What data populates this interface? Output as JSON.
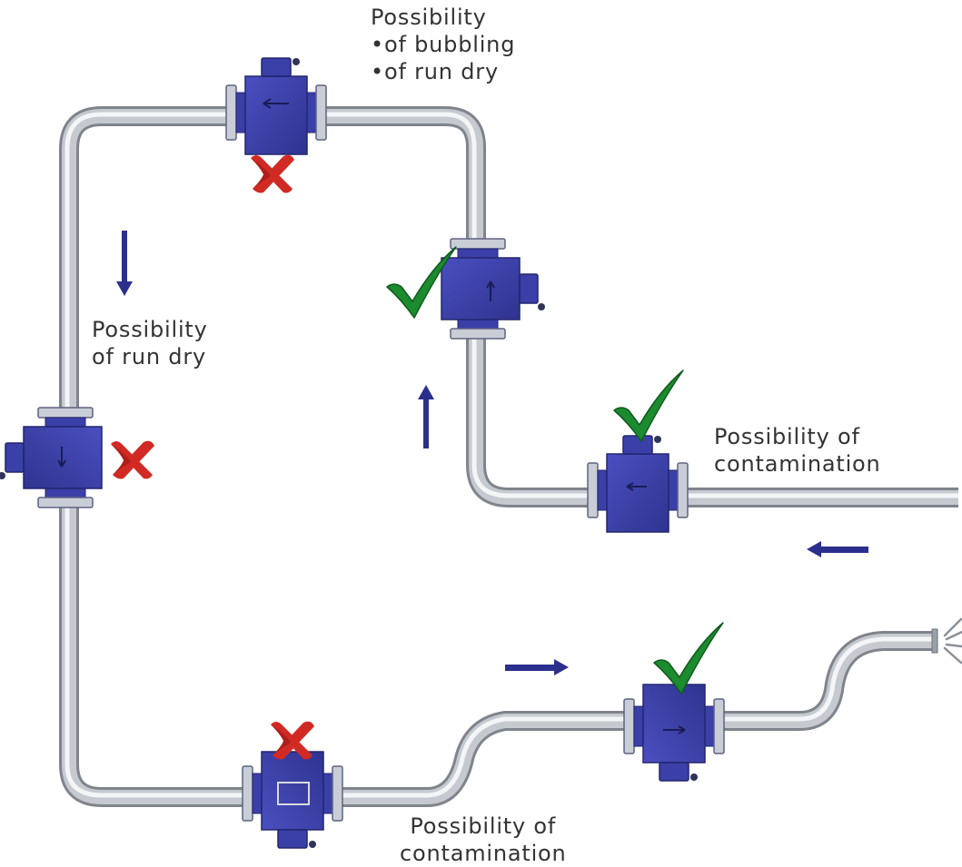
{
  "labels": {
    "top": {
      "heading": "Possibility",
      "bullets": [
        "of bubbling",
        "of run dry"
      ]
    },
    "left": {
      "line1": "Possibility",
      "line2": "of run dry"
    },
    "right": {
      "line1": "Possibility of",
      "line2": "contamination"
    },
    "bottom": {
      "line1": "Possibility of",
      "line2": "contamination"
    }
  },
  "meters": [
    {
      "name": "top-horizontal-meter",
      "status": "incorrect"
    },
    {
      "name": "right-vertical-upflow-meter",
      "status": "correct"
    },
    {
      "name": "left-vertical-downflow-meter",
      "status": "incorrect"
    },
    {
      "name": "right-horizontal-meter",
      "status": "correct"
    },
    {
      "name": "bottom-low-point-meter",
      "status": "incorrect"
    },
    {
      "name": "bottom-right-meter",
      "status": "correct"
    }
  ],
  "colors": {
    "pipe": "#c8ccd2",
    "pipe_outline": "#8f949c",
    "meter_body": "#3b3fa8",
    "flange_face": "#dfe3ea",
    "flow_arrow": "#2b2f8c",
    "check_mark": "#1c8a2e",
    "cross_mark": "#d12a24",
    "label_text": "#333333"
  },
  "icons": [
    "check-icon",
    "cross-icon",
    "flow-arrow-icon",
    "outlet-spray-icon"
  ]
}
